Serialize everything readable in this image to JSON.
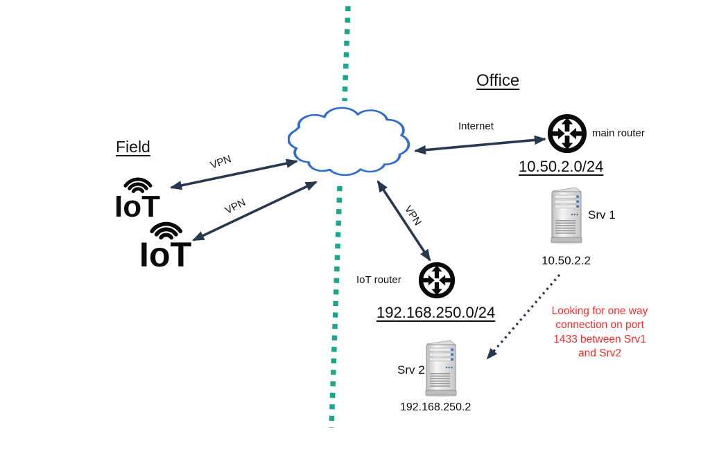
{
  "regions": {
    "field_label": "Field",
    "office_label": "Office"
  },
  "links": {
    "internet_label": "Internet",
    "vpn1_label": "VPN",
    "vpn2_label": "VPN",
    "vpn3_label": "VPN"
  },
  "office": {
    "router_label": "main router",
    "network": "10.50.2.0/24",
    "server_label": "Srv 1",
    "server_ip": "10.50.2.2"
  },
  "field_site": {
    "device1_label": "IoT",
    "device2_label": "IoT"
  },
  "iot_site": {
    "router_label": "IoT router",
    "network": "192.168.250.0/24",
    "server_label": "Srv 2",
    "server_ip": "192.168.250.2"
  },
  "annotation": {
    "text": "Looking for one way\nconnection on port\n1433 between Srv1\nand Srv2",
    "color": "#fa2a2a"
  },
  "colors": {
    "arrow_navy": "#27384f",
    "cloud_blue": "#2e6ed0",
    "dash_teal": "#1aa78c",
    "note_red": "#fa2a2a"
  }
}
